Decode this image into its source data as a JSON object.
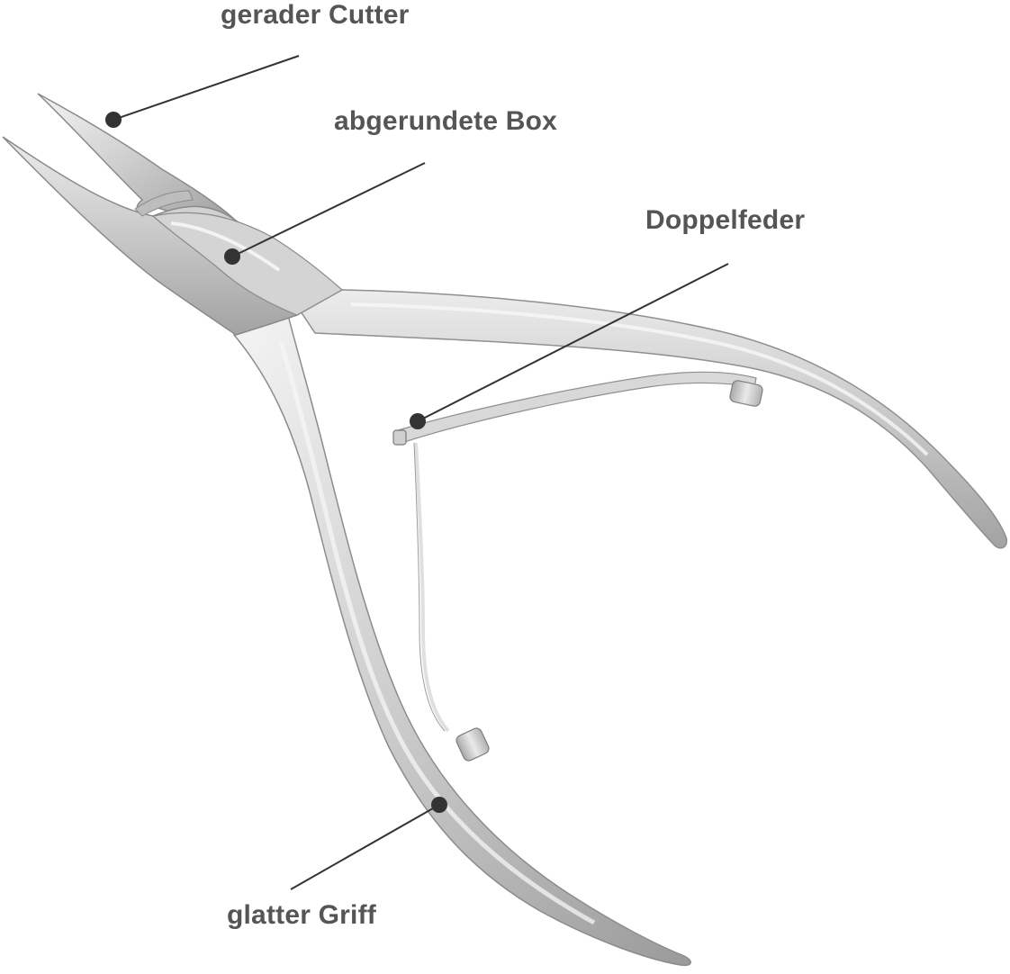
{
  "annotations": {
    "cutter": "gerader Cutter",
    "box": "abgerundete Box",
    "spring": "Doppelfeder",
    "grip": "glatter Griff"
  },
  "colors": {
    "label_text": "#555555",
    "leader_line": "#333333",
    "marker_dot": "#333333",
    "steel_light": "#e6e6e6",
    "steel_mid": "#c4c4c4",
    "steel_dark": "#8d8d8d"
  },
  "icons": {
    "subject": "nail-nipper-illustration"
  }
}
